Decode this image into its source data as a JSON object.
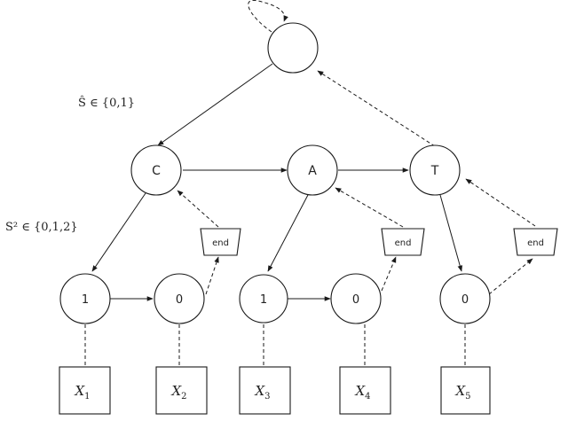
{
  "annotations": {
    "top_level": "Ŝ ∈ {0,1}",
    "second_level": "S² ∈ {0,1,2}"
  },
  "letter_nodes": {
    "c": "C",
    "a": "A",
    "t": "T"
  },
  "end_nodes": {
    "end_1": "end",
    "end_2": "end",
    "end_3": "end"
  },
  "bit_nodes": {
    "bit_1": "1",
    "bit_2": "0",
    "bit_3": "1",
    "bit_4": "0",
    "bit_5": "0"
  },
  "observations": {
    "x1": {
      "symbol": "X",
      "sub": "1"
    },
    "x2": {
      "symbol": "X",
      "sub": "2"
    },
    "x3": {
      "symbol": "X",
      "sub": "3"
    },
    "x4": {
      "symbol": "X",
      "sub": "4"
    },
    "x5": {
      "symbol": "X",
      "sub": "5"
    }
  }
}
